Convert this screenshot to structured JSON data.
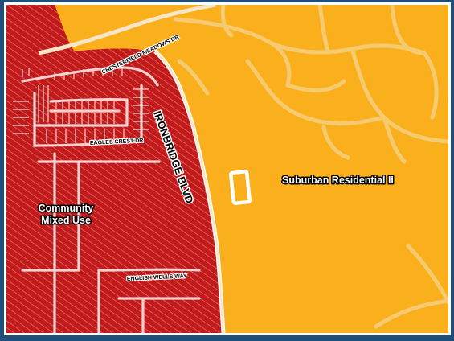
{
  "map": {
    "colors": {
      "frame": "#1f4f7a",
      "suburban_fill": "#fab01c",
      "community_fill": "#c01a1a",
      "hatch": "#f07878",
      "road": "#f5d9a0",
      "road_edge": "#ffffff",
      "subject_outline": "#ffffff"
    },
    "zones": {
      "suburban": {
        "label": "Suburban Residential II"
      },
      "community": {
        "line1": "Community",
        "line2": "Mixed Use"
      }
    },
    "roads": {
      "ironbridge": "IRONBRIDGE BLVD",
      "chesterfield": "CHESTERFIELD MEADOWS DR",
      "eagles_crest": "EAGLES CREST DR",
      "english_wells": "ENGLISH WELLS WAY"
    },
    "subject_parcel_icon": "parcel-outline"
  }
}
